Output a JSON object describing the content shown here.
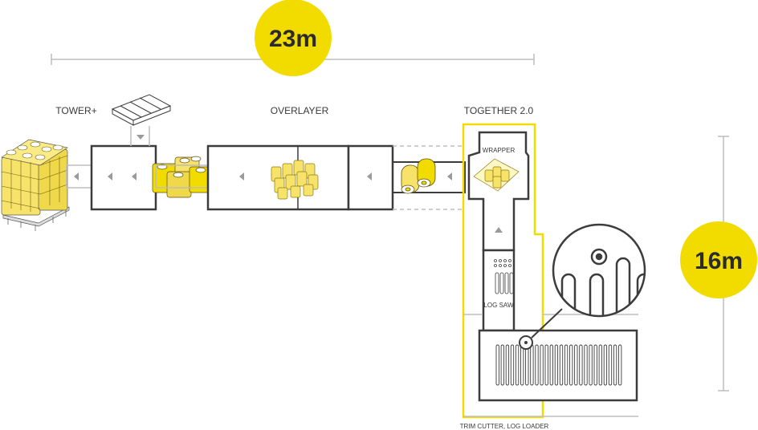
{
  "dimensions": {
    "length": "23m",
    "width": "16m"
  },
  "machines": {
    "tower": "TOWER+",
    "overlayer": "OVERLAYER",
    "together": "TOGETHER 2.0",
    "wrapper": "WRAPPER",
    "log_saw": "LOG SAW",
    "trim_cutter": "TRIM CUTTER, LOG LOADER"
  },
  "colors": {
    "accent": "#f2dc00",
    "line": "#3c3c3c",
    "light_line": "#bdbdbd",
    "arrow": "#9a9a9a"
  }
}
